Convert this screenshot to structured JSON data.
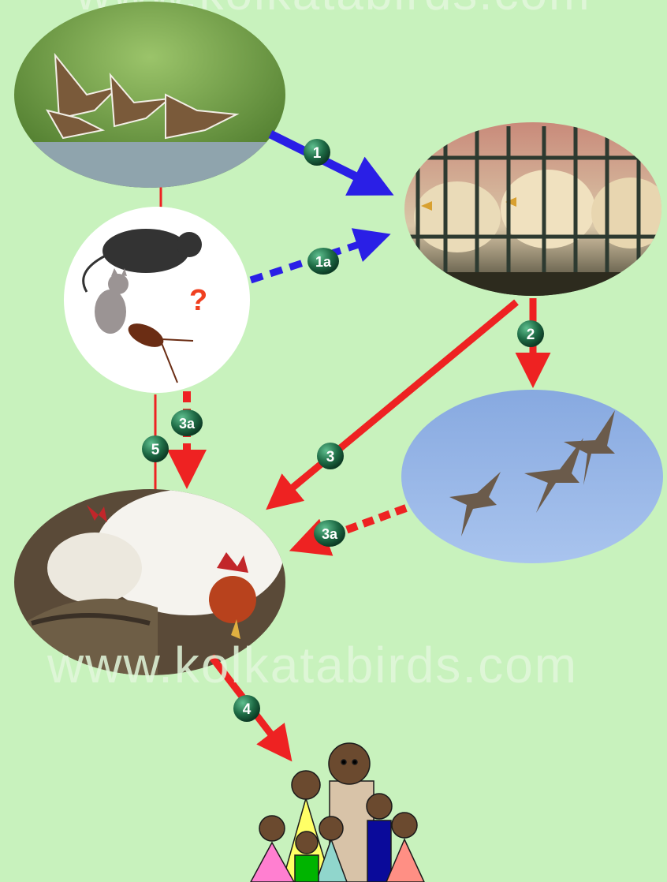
{
  "watermark": {
    "top": "www.kolkatabirds.com",
    "middle": "www.kolkatabirds.com"
  },
  "nodes": {
    "wild_ducks": {
      "icon": "flying-ducks-photo"
    },
    "caged_poultry": {
      "icon": "caged-chickens-photo"
    },
    "vectors": {
      "icon": "rat-cat-cockroach",
      "question": "?"
    },
    "migratory_geese": {
      "icon": "flying-geese-photo"
    },
    "backyard_poultry": {
      "icon": "rooster-hens-photo"
    },
    "humans": {
      "icon": "family-figures"
    }
  },
  "edges": [
    {
      "label": "1",
      "from": "wild_ducks",
      "to": "caged_poultry",
      "color": "#2a1fe6",
      "style": "solid"
    },
    {
      "label": "1a",
      "from": "vectors",
      "to": "caged_poultry",
      "color": "#2a1fe6",
      "style": "dashed"
    },
    {
      "label": "2",
      "from": "caged_poultry",
      "to": "migratory_geese",
      "color": "#ee2222",
      "style": "solid"
    },
    {
      "label": "3",
      "from": "caged_poultry",
      "to": "backyard_poultry",
      "color": "#ee2222",
      "style": "solid"
    },
    {
      "label": "3a",
      "from": "migratory_geese",
      "to": "backyard_poultry",
      "color": "#ee2222",
      "style": "dashed"
    },
    {
      "label": "3a",
      "from": "vectors",
      "to": "backyard_poultry",
      "color": "#ee2222",
      "style": "dashed"
    },
    {
      "label": "4",
      "from": "backyard_poultry",
      "to": "humans",
      "color": "#ee2222",
      "style": "solid"
    },
    {
      "label": "5",
      "from": "backyard_poultry",
      "to": "wild_ducks",
      "color": "#ee2222",
      "style": "thin"
    }
  ],
  "colors": {
    "background": "#c8f2bd",
    "blue_arrow": "#2a1fe6",
    "red_arrow": "#ee2222",
    "badge": "#1e6b45"
  }
}
